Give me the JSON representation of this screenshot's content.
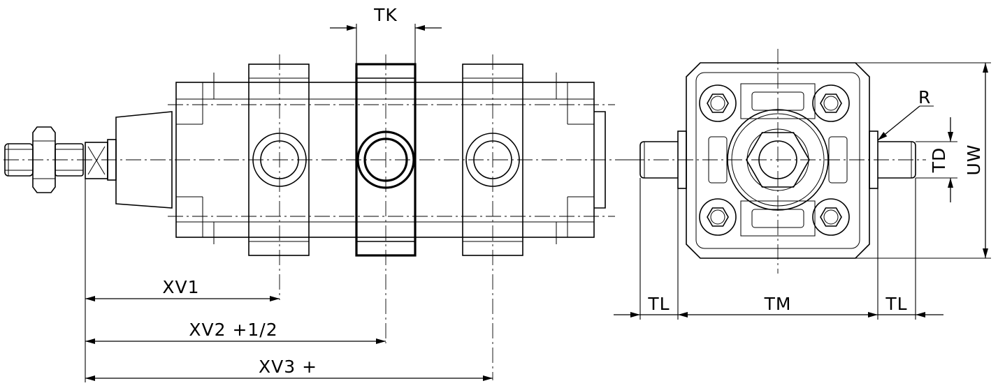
{
  "labels": {
    "tk": "TK",
    "xv1": "XV1",
    "xv2": "XV2 +1/2",
    "xv3": "XV3 +",
    "r": "R",
    "td": "TD",
    "uw": "UW",
    "tl_left": "TL",
    "tm": "TM",
    "tl_right": "TL"
  }
}
